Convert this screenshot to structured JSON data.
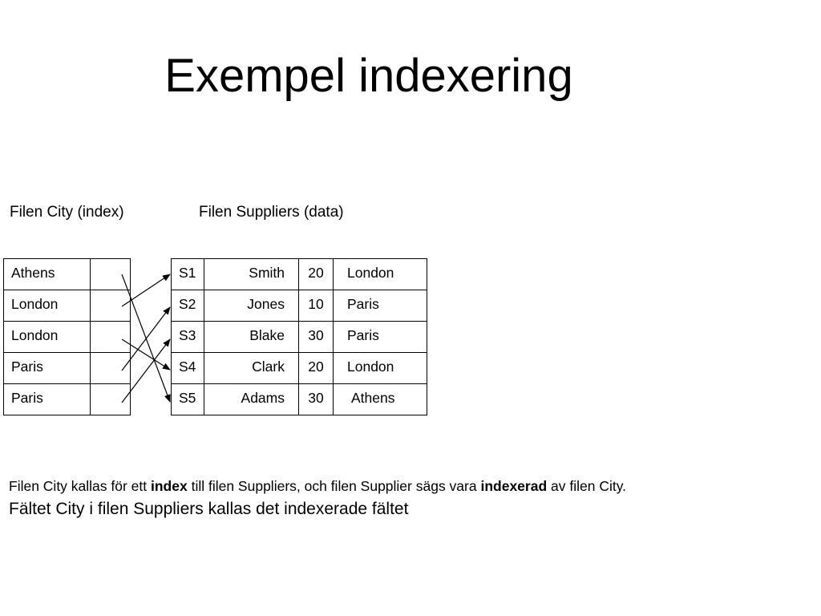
{
  "title": "Exempel indexering",
  "labels": {
    "city_file": "Filen City (index)",
    "suppliers_file": "Filen Suppliers (data)"
  },
  "city_index": [
    "Athens",
    "London",
    "London",
    "Paris",
    "Paris"
  ],
  "suppliers": [
    {
      "id": "S1",
      "name": "Smith",
      "status": "20",
      "city": "London"
    },
    {
      "id": "S2",
      "name": "Jones",
      "status": "10",
      "city": "Paris"
    },
    {
      "id": "S3",
      "name": "Blake",
      "status": "30",
      "city": "Paris"
    },
    {
      "id": "S4",
      "name": "Clark",
      "status": "20",
      "city": "London"
    },
    {
      "id": "S5",
      "name": "Adams",
      "status": "30",
      "city": "Athens"
    }
  ],
  "pointers": [
    {
      "from": "Athens",
      "to": "S5"
    },
    {
      "from": "London",
      "to": "S1"
    },
    {
      "from": "London",
      "to": "S4"
    },
    {
      "from": "Paris",
      "to": "S2"
    },
    {
      "from": "Paris",
      "to": "S3"
    }
  ],
  "footnote": {
    "part1": "Filen City kallas för ett ",
    "bold1": "index",
    "part2": " till filen Suppliers, och filen Supplier sägs vara ",
    "bold2": "indexerad",
    "part3": " av filen City.",
    "line2": "Fältet City i filen Suppliers kallas det indexerade fältet"
  }
}
